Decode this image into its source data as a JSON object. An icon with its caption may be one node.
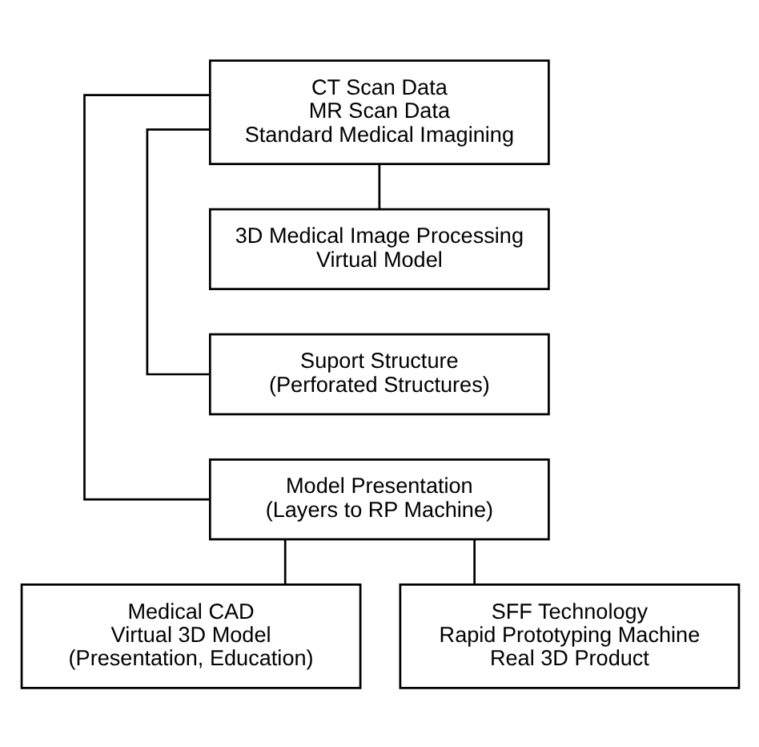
{
  "diagram": {
    "nodes": [
      {
        "text": [
          "CT Scan Data",
          "MR Scan Data",
          "Standard Medical Imagining"
        ]
      },
      {
        "text": [
          "3D Medical Image Processing",
          "Virtual Model"
        ]
      },
      {
        "text": [
          "Suport Structure",
          "(Perforated Structures)"
        ]
      },
      {
        "text": [
          "Model Presentation",
          "(Layers to RP Machine)"
        ]
      },
      {
        "text": [
          "Medical CAD",
          "Virtual 3D Model",
          "(Presentation, Education)"
        ]
      },
      {
        "text": [
          "SFF Technology",
          "Rapid Prototyping Machine",
          "Real 3D Product"
        ]
      }
    ],
    "edges": [
      {
        "from": 0,
        "to": 1,
        "arrow": "none"
      },
      {
        "from": 0,
        "to": 2,
        "arrow": "none"
      },
      {
        "from": 0,
        "to": 3,
        "arrow": "none"
      },
      {
        "from": 3,
        "to": 4,
        "arrow": "none"
      },
      {
        "from": 3,
        "to": 5,
        "arrow": "none"
      }
    ]
  }
}
